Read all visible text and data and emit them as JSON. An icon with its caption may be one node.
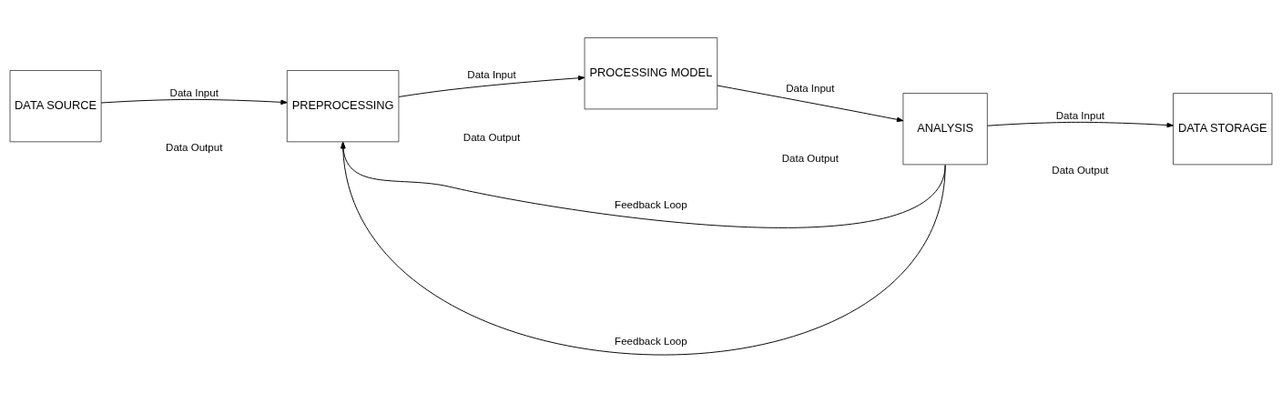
{
  "diagram": {
    "nodes": [
      {
        "text": [
          "DATA SOURCE"
        ]
      },
      {
        "text": [
          "PREPROCESSING"
        ]
      },
      {
        "text": [
          "PROCESSING MODEL"
        ]
      },
      {
        "text": [
          "ANALYSIS"
        ]
      },
      {
        "text": [
          "DATA STORAGE"
        ]
      }
    ],
    "edges": [
      {
        "from": 0,
        "to": 1,
        "arrow": "to",
        "label": "Data Input"
      },
      {
        "from": 1,
        "to": 2,
        "arrow": "to",
        "label": "Data Input"
      },
      {
        "from": 2,
        "to": 3,
        "arrow": "to",
        "label": "Data Input"
      },
      {
        "from": 3,
        "to": 4,
        "arrow": "to",
        "label": "Data Input"
      },
      {
        "from": 3,
        "to": 1,
        "arrow": "to",
        "label": "Feedback Loop"
      },
      {
        "from": 3,
        "to": 1,
        "arrow": "to",
        "label": "Feedback Loop"
      }
    ],
    "labels": [
      "Data Output",
      "Data Output",
      "Data Output",
      "Data Output"
    ]
  }
}
